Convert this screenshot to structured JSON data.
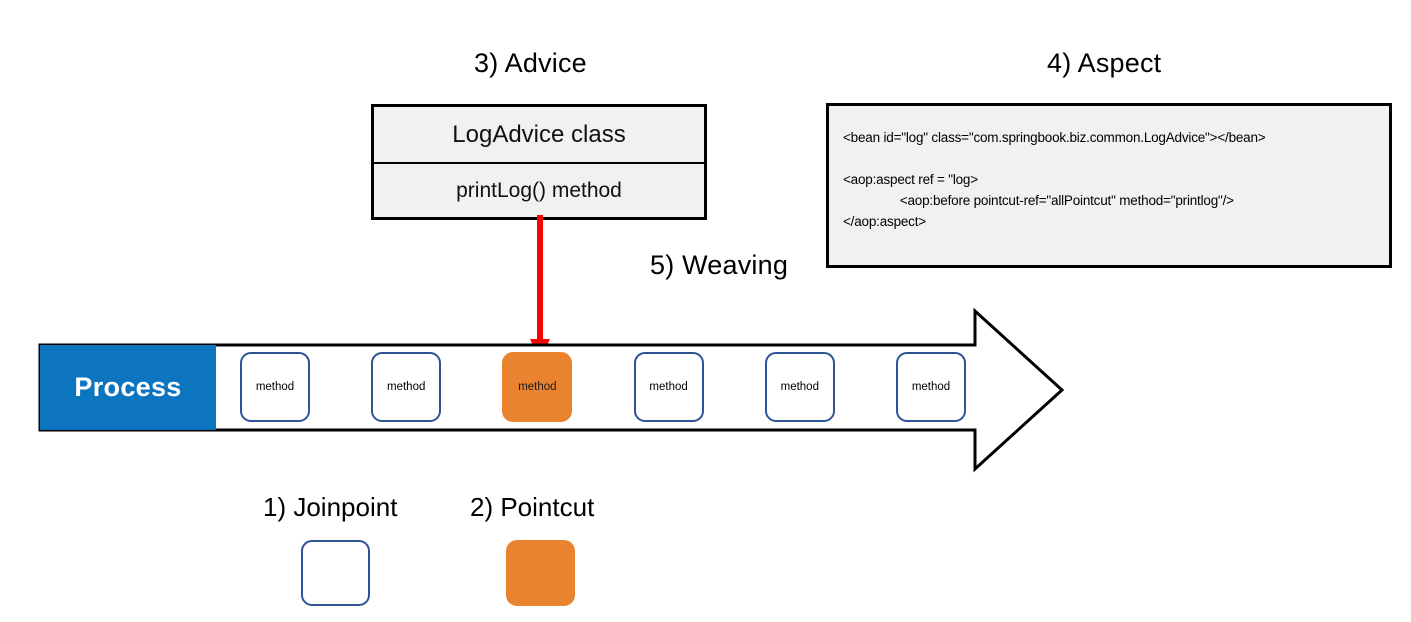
{
  "diagram": {
    "title": "Spring AOP Terminology Diagram",
    "colors": {
      "process_blue": "#0d74bf",
      "pointcut_orange": "#e9832f",
      "joinpoint_border": "#2e5395",
      "weaving_red": "#ff0000",
      "box_fill": "#f1f1f1"
    }
  },
  "advice": {
    "title": "3) Advice",
    "class_name": "LogAdvice class",
    "method_name": "printLog() method"
  },
  "aspect": {
    "title": "4) Aspect",
    "code": "<bean id=\"log\" class=\"com.springbook.biz.common.LogAdvice\"></bean>\n\n<aop:aspect ref = \"log>\n                <aop:before pointcut-ref=\"allPointcut\" method=\"printlog\"/>\n</aop:aspect>"
  },
  "weaving": {
    "title": "5) Weaving"
  },
  "process": {
    "label": "Process",
    "nodes": [
      {
        "label": "method",
        "type": "joinpoint"
      },
      {
        "label": "method",
        "type": "joinpoint"
      },
      {
        "label": "method",
        "type": "pointcut"
      },
      {
        "label": "method",
        "type": "joinpoint"
      },
      {
        "label": "method",
        "type": "joinpoint"
      },
      {
        "label": "method",
        "type": "joinpoint"
      }
    ]
  },
  "legend": {
    "joinpoint": {
      "title": "1) Joinpoint"
    },
    "pointcut": {
      "title": "2) Pointcut"
    }
  }
}
